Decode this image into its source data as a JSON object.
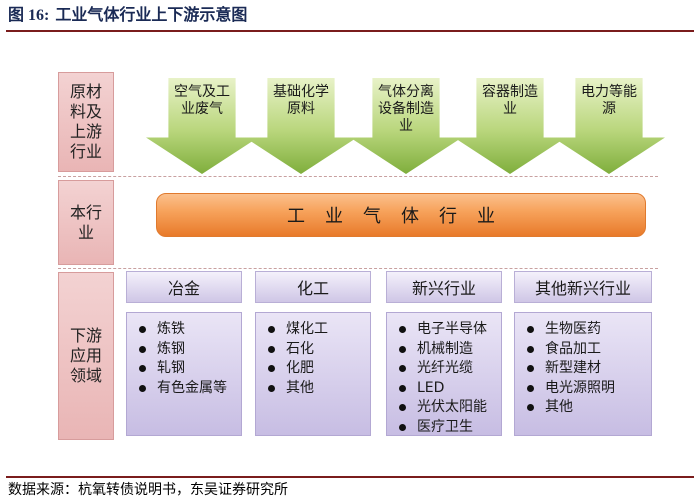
{
  "header": {
    "figure_number": "图 16:",
    "title": "工业气体行业上下游示意图"
  },
  "side_labels": {
    "upstream": "原材料及上游行业",
    "midstream": "本行业",
    "downstream": "下游应用领域"
  },
  "upstream": [
    {
      "label": "空气及工业废气"
    },
    {
      "label": "基础化学原料"
    },
    {
      "label": "气体分离设备制造业"
    },
    {
      "label": "容器制造业"
    },
    {
      "label": "电力等能源"
    }
  ],
  "midstream": {
    "label": "工业气体行业"
  },
  "downstream": [
    {
      "title": "冶金",
      "items": [
        "炼铁",
        "炼钢",
        "轧钢",
        "有色金属等"
      ]
    },
    {
      "title": "化工",
      "items": [
        "煤化工",
        "石化",
        "化肥",
        "其他"
      ]
    },
    {
      "title": "新兴行业",
      "items": [
        "电子半导体",
        "机械制造",
        "光纤光缆",
        "LED",
        "光伏太阳能",
        "医疗卫生"
      ]
    },
    {
      "title": "其他新兴行业",
      "items": [
        "生物医药",
        "食品加工",
        "新型建材",
        "电光源照明",
        "其他"
      ]
    }
  ],
  "footer": {
    "source": "数据来源：杭氧转债说明书，东吴证券研究所"
  },
  "colors": {
    "title": "#1a2a55",
    "rule": "#7a1c1c",
    "side_label_fill": "#e9b5b5",
    "arrow_fill": "#9fc55a",
    "industry_fill": "#f7a35c",
    "downstream_fill": "#c7bde3"
  }
}
